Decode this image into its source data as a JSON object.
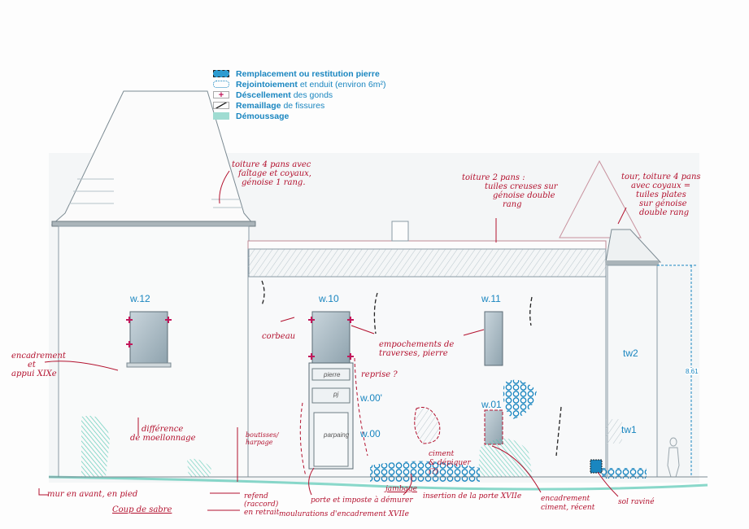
{
  "legend": [
    {
      "bold": "Remplacement ou restitution pierre",
      "rest": "",
      "icon": "stone-replacement-swatch"
    },
    {
      "bold": "Rejointoiement",
      "rest": "et enduit (environ 6m²)",
      "icon": "repointing-swatch"
    },
    {
      "bold": "Déscellement",
      "rest": "des gonds",
      "icon": "hinge-cross-swatch"
    },
    {
      "bold": "Remaillage",
      "rest": "de fissures",
      "icon": "crack-line-swatch"
    },
    {
      "bold": "Démoussage",
      "rest": "",
      "icon": "moss-removal-swatch"
    }
  ],
  "labels": {
    "w12": "w.12",
    "w10": "w.10",
    "w11": "w.11",
    "w00p": "w.00'",
    "w00": "w.00",
    "w01": "w.01",
    "tw2": "tw2",
    "tw1": "tw1",
    "height": "8.61"
  },
  "notes": {
    "roof_left": [
      "toiture 4 pans avec",
      "faîtage et coyaux,",
      "génoise 1 rang."
    ],
    "roof_mid": [
      "toiture 2 pans :",
      "tuiles creuses sur",
      "génoise double",
      "rang"
    ],
    "roof_right": [
      "tour, toiture 4 pans",
      "avec coyaux =",
      "tuiles plates",
      "sur génoise",
      "double rang"
    ],
    "encadrement": [
      "encadrement",
      "et",
      "appui XIXe"
    ],
    "difference": [
      "différence",
      "de moellonnage"
    ],
    "corbeau": "corbeau",
    "empochements": [
      "empochements de",
      "traverses, pierre"
    ],
    "reprise": "reprise ?",
    "boutisses": [
      "boutisses/",
      "harpage"
    ],
    "ciment": [
      "ciment",
      "& dépiquer",
      "(?)"
    ],
    "mur": "mur en avant, en pied",
    "coup": "Coup de sabre",
    "refend": [
      "refend",
      "(raccord)",
      "en retrait"
    ],
    "moulurations": "moulurations d'encadrement XVIIe",
    "porte": "porte et imposte à démurer",
    "jambage": "jambage",
    "insertion": "insertion de la porte XVIIe",
    "encadrement_ciment": [
      "encadrement",
      "ciment, récent"
    ],
    "sol": "sol raviné"
  },
  "door_notes": {
    "pierre": "pierre",
    "pj": "pj",
    "parpaing": "parpaing"
  },
  "colors": {
    "blue": "#1a86c0",
    "red": "#b3112e",
    "moss": "#3cc0a8",
    "stone": "#8a9aa4"
  }
}
